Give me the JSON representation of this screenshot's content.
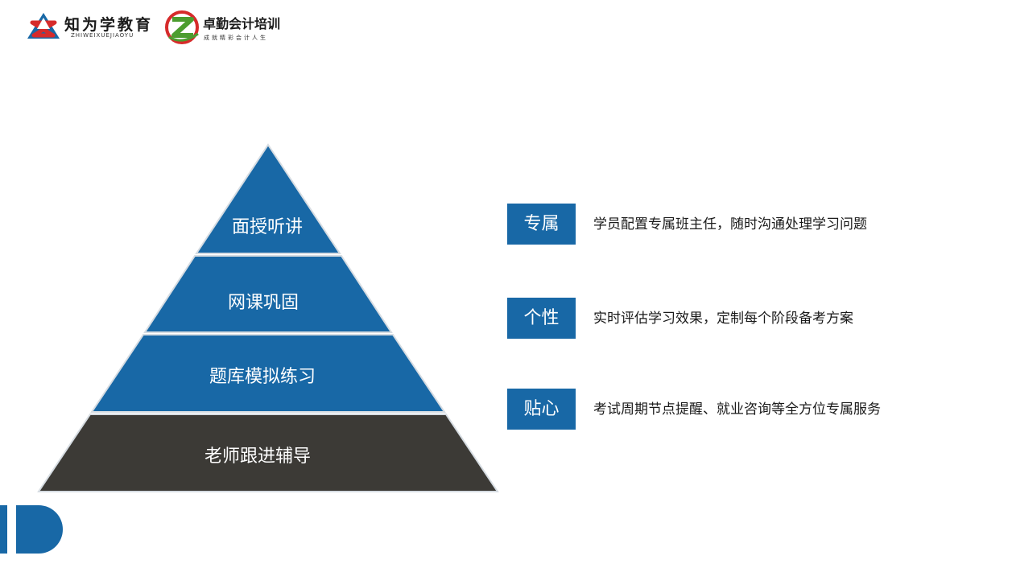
{
  "logos": {
    "zhiwei": {
      "name": "知为学教育",
      "sub": "ZHIWEIXUEJIAOYU"
    },
    "zhuoqin": {
      "name": "卓勤会计培训",
      "sub": "成就精彩会计人生"
    }
  },
  "pyramid": {
    "tiers": [
      {
        "label": "面授听讲"
      },
      {
        "label": "网课巩固"
      },
      {
        "label": "题库模拟练习"
      },
      {
        "label": "老师跟进辅导"
      }
    ]
  },
  "features": [
    {
      "tag": "专属",
      "desc": "学员配置专属班主任，随时沟通处理学习问题"
    },
    {
      "tag": "个性",
      "desc": "实时评估学习效果，定制每个阶段备考方案"
    },
    {
      "tag": "贴心",
      "desc": "考试周期节点提醒、就业咨询等全方位专属服务"
    }
  ],
  "colors": {
    "accent_blue": "#1868a6",
    "dark_tier": "#3c3a36",
    "logo_red": "#d62b2b",
    "logo_green": "#4c9d2f"
  }
}
